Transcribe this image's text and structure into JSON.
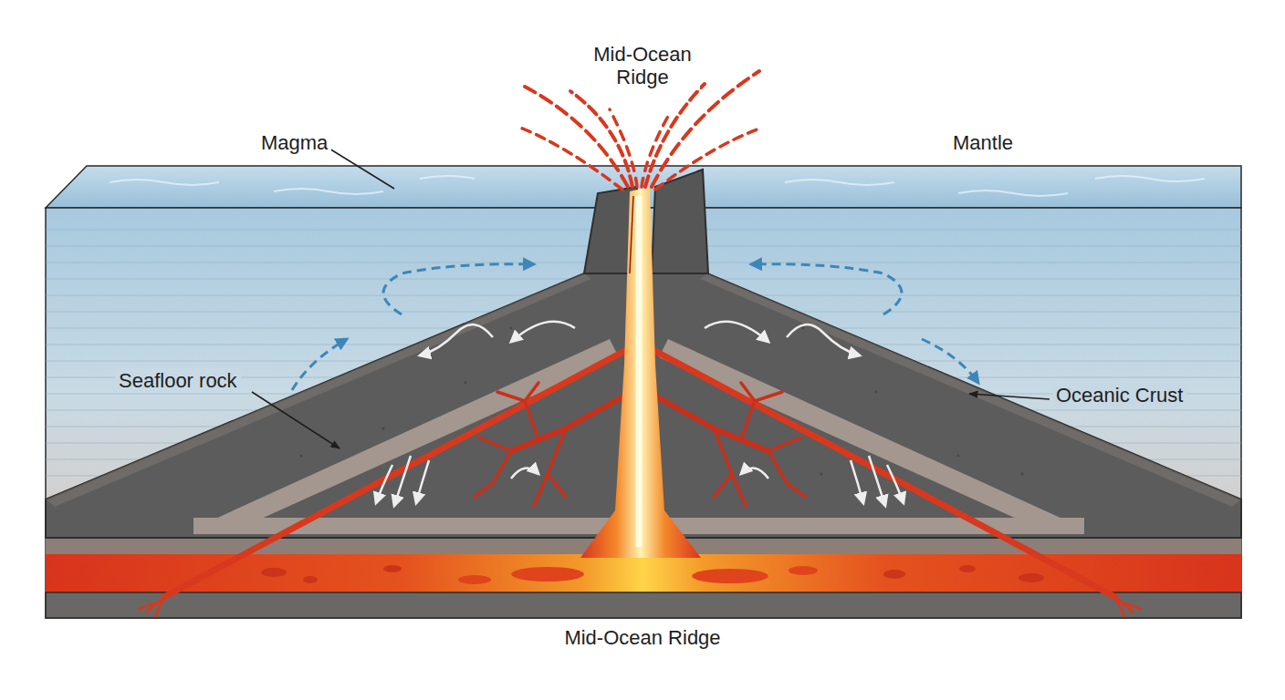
{
  "diagram": {
    "labels": [
      "Mid-Ocean Ridge",
      "Magma",
      "Mantle",
      "Seafloor rock",
      "Oceanic Crust",
      "Mid-Ocean Ridge"
    ]
  }
}
